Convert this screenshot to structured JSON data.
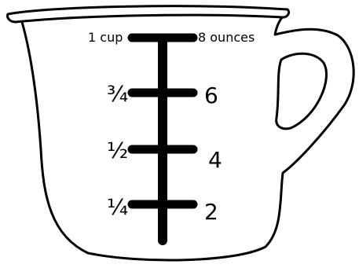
{
  "cup": {
    "left_labels": [
      "1 cup",
      "¾",
      "½",
      "¼"
    ],
    "right_labels": [
      "8 ounces",
      "6",
      "4",
      "2"
    ]
  },
  "colors": {
    "stroke": "#000000",
    "fill": "#ffffff"
  }
}
